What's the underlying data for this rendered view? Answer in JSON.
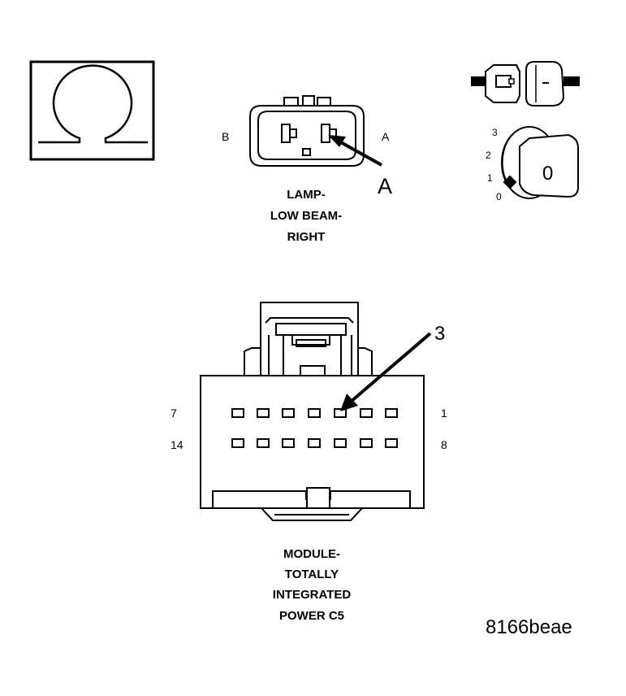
{
  "ohmmeter": {
    "icon": "omega-ohm-symbol"
  },
  "lamp_connector": {
    "side_left": "B",
    "side_right": "A",
    "callout": "A",
    "caption": [
      "LAMP-",
      "LOW BEAM-",
      "RIGHT"
    ]
  },
  "ignition": {
    "positions": [
      "3",
      "2",
      "1",
      "0"
    ],
    "key_label": "0"
  },
  "module_connector": {
    "callout": "3",
    "row1_left": "7",
    "row1_right": "1",
    "row2_left": "14",
    "row2_right": "8",
    "caption": [
      "MODULE-",
      "TOTALLY",
      "INTEGRATED",
      "POWER C5"
    ]
  },
  "figure_id": "8166beae"
}
